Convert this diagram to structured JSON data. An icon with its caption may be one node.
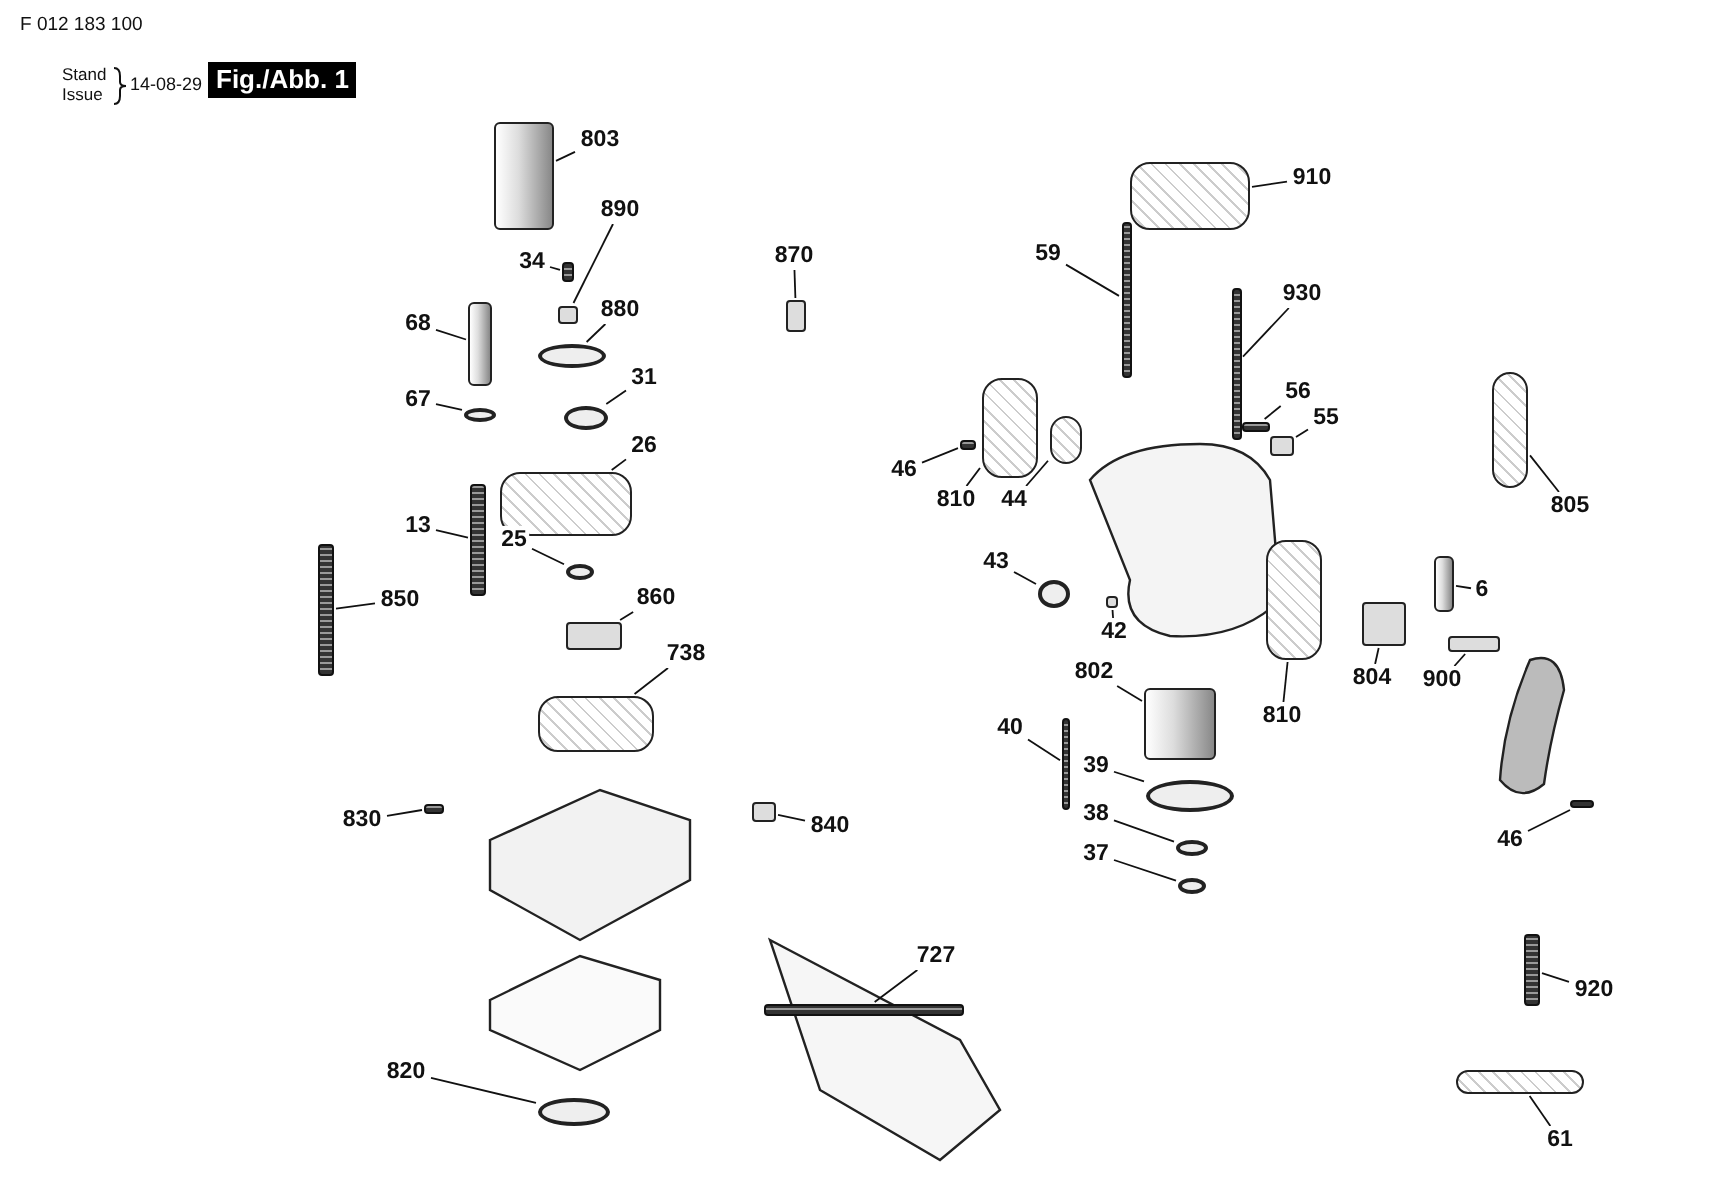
{
  "diagram": {
    "nodes": [
      {
        "text": [
          "803"
        ]
      },
      {
        "text": [
          "890"
        ]
      },
      {
        "text": [
          "34"
        ]
      },
      {
        "text": [
          "880"
        ]
      },
      {
        "text": [
          "68"
        ]
      },
      {
        "text": [
          "67"
        ]
      },
      {
        "text": [
          "31"
        ]
      },
      {
        "text": [
          "870"
        ]
      },
      {
        "text": [
          "26"
        ]
      },
      {
        "text": [
          "13"
        ]
      },
      {
        "text": [
          "25"
        ]
      },
      {
        "text": [
          "850"
        ]
      },
      {
        "text": [
          "860"
        ]
      },
      {
        "text": [
          "738"
        ]
      },
      {
        "text": [
          "830"
        ]
      },
      {
        "text": [
          "840"
        ]
      },
      {
        "text": [
          "727"
        ]
      },
      {
        "text": [
          "820"
        ]
      },
      {
        "text": [
          "910"
        ]
      },
      {
        "text": [
          "59"
        ]
      },
      {
        "text": [
          "930"
        ]
      },
      {
        "text": [
          "56"
        ]
      },
      {
        "text": [
          "55"
        ]
      },
      {
        "text": [
          "46"
        ]
      },
      {
        "text": [
          "810"
        ]
      },
      {
        "text": [
          "44"
        ]
      },
      {
        "text": [
          "43"
        ]
      },
      {
        "text": [
          "42"
        ]
      },
      {
        "text": [
          "805"
        ]
      },
      {
        "text": [
          "6"
        ]
      },
      {
        "text": [
          "802"
        ]
      },
      {
        "text": [
          "810"
        ]
      },
      {
        "text": [
          "804"
        ]
      },
      {
        "text": [
          "900"
        ]
      },
      {
        "text": [
          "40"
        ]
      },
      {
        "text": [
          "39"
        ]
      },
      {
        "text": [
          "38"
        ]
      },
      {
        "text": [
          "37"
        ]
      },
      {
        "text": [
          "46"
        ]
      },
      {
        "text": [
          "920"
        ]
      },
      {
        "text": [
          "61"
        ]
      },
      {
        "text": [],
        "shape": "cylinder"
      },
      {
        "text": [],
        "shape": "box"
      },
      {
        "text": [],
        "shape": "bar"
      },
      {
        "text": [],
        "shape": "circle"
      },
      {
        "text": [],
        "shape": "cylinder"
      },
      {
        "text": [],
        "shape": "circle"
      },
      {
        "text": [],
        "shape": "circle"
      },
      {
        "text": [],
        "shape": "box"
      },
      {
        "text": [],
        "shape": "picture"
      },
      {
        "text": [],
        "shape": "bar"
      },
      {
        "text": [],
        "shape": "circle"
      },
      {
        "text": [],
        "shape": "bar"
      },
      {
        "text": [],
        "shape": "box"
      },
      {
        "text": [],
        "shape": "picture"
      },
      {
        "text": [],
        "shape": "bar"
      },
      {
        "text": [],
        "shape": "box"
      },
      {
        "text": [],
        "shape": "bar"
      },
      {
        "text": [],
        "shape": "circle"
      },
      {
        "text": [],
        "shape": "picture"
      },
      {
        "text": [],
        "shape": "bar"
      },
      {
        "text": [],
        "shape": "bar"
      },
      {
        "text": [],
        "shape": "bar"
      },
      {
        "text": [],
        "shape": "box"
      },
      {
        "text": [],
        "shape": "bar"
      },
      {
        "text": [],
        "shape": "picture"
      },
      {
        "text": [],
        "shape": "picture"
      },
      {
        "text": [],
        "shape": "circle"
      },
      {
        "text": [],
        "shape": "box"
      },
      {
        "text": [],
        "shape": "picture"
      },
      {
        "text": [],
        "shape": "cylinder"
      },
      {
        "text": [],
        "shape": "cylinder"
      },
      {
        "text": [],
        "shape": "picture"
      },
      {
        "text": [],
        "shape": "box"
      },
      {
        "text": [],
        "shape": "box"
      },
      {
        "text": [],
        "shape": "bar"
      },
      {
        "text": [],
        "shape": "circle"
      },
      {
        "text": [],
        "shape": "circle"
      },
      {
        "text": [],
        "shape": "circle"
      },
      {
        "text": [],
        "shape": "bar"
      },
      {
        "text": [],
        "shape": "bar"
      },
      {
        "text": [],
        "shape": "picture"
      }
    ],
    "edges": [
      {
        "from": 0,
        "to": 41,
        "arrow": "none"
      },
      {
        "from": 1,
        "to": 42,
        "arrow": "none"
      },
      {
        "from": 2,
        "to": 43,
        "arrow": "none"
      },
      {
        "from": 3,
        "to": 44,
        "arrow": "none"
      },
      {
        "from": 4,
        "to": 45,
        "arrow": "none"
      },
      {
        "from": 5,
        "to": 46,
        "arrow": "none"
      },
      {
        "from": 6,
        "to": 47,
        "arrow": "none"
      },
      {
        "from": 7,
        "to": 48,
        "arrow": "none"
      },
      {
        "from": 8,
        "to": 49,
        "arrow": "none"
      },
      {
        "from": 9,
        "to": 50,
        "arrow": "none"
      },
      {
        "from": 10,
        "to": 51,
        "arrow": "none"
      },
      {
        "from": 11,
        "to": 52,
        "arrow": "none"
      },
      {
        "from": 12,
        "to": 53,
        "arrow": "none"
      },
      {
        "from": 13,
        "to": 54,
        "arrow": "none"
      },
      {
        "from": 14,
        "to": 55,
        "arrow": "none"
      },
      {
        "from": 15,
        "to": 56,
        "arrow": "none"
      },
      {
        "from": 16,
        "to": 57,
        "arrow": "none"
      },
      {
        "from": 17,
        "to": 58,
        "arrow": "none"
      },
      {
        "from": 18,
        "to": 59,
        "arrow": "none"
      },
      {
        "from": 19,
        "to": 60,
        "arrow": "none"
      },
      {
        "from": 20,
        "to": 61,
        "arrow": "none"
      },
      {
        "from": 21,
        "to": 62,
        "arrow": "none"
      },
      {
        "from": 22,
        "to": 63,
        "arrow": "none"
      },
      {
        "from": 23,
        "to": 64,
        "arrow": "none"
      },
      {
        "from": 24,
        "to": 65,
        "arrow": "none"
      },
      {
        "from": 25,
        "to": 66,
        "arrow": "none"
      },
      {
        "from": 26,
        "to": 67,
        "arrow": "none"
      },
      {
        "from": 27,
        "to": 68,
        "arrow": "none"
      },
      {
        "from": 28,
        "to": 69,
        "arrow": "none"
      },
      {
        "from": 29,
        "to": 70,
        "arrow": "none"
      },
      {
        "from": 30,
        "to": 71,
        "arrow": "none"
      },
      {
        "from": 31,
        "to": 72,
        "arrow": "none"
      },
      {
        "from": 32,
        "to": 73,
        "arrow": "none"
      },
      {
        "from": 33,
        "to": 74,
        "arrow": "none"
      },
      {
        "from": 34,
        "to": 75,
        "arrow": "none"
      },
      {
        "from": 35,
        "to": 76,
        "arrow": "none"
      },
      {
        "from": 36,
        "to": 77,
        "arrow": "none"
      },
      {
        "from": 37,
        "to": 78,
        "arrow": "none"
      },
      {
        "from": 38,
        "to": 79,
        "arrow": "none"
      },
      {
        "from": 39,
        "to": 80,
        "arrow": "none"
      },
      {
        "from": 40,
        "to": 81,
        "arrow": "none"
      }
    ],
    "labels": [
      "F 012 183 100",
      "Stand",
      "Issue",
      "14-08-29",
      "Fig./Abb. 1"
    ]
  }
}
